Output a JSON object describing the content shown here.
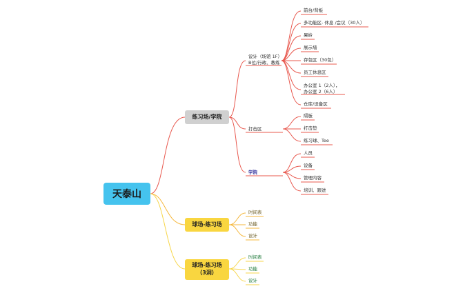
{
  "root": {
    "label": "天泰山"
  },
  "branches": [
    {
      "label": "练习场/学院",
      "children": [
        {
          "label_lines": [
            "设计（场馆 1F）",
            "B位/行政、教练"
          ],
          "children": [
            {
              "lines": [
                "前台/背板"
              ]
            },
            {
              "lines": [
                "多功能区- 休息 /会议（30人）"
              ]
            },
            {
              "lines": [
                "果岭"
              ]
            },
            {
              "lines": [
                "展示墙"
              ]
            },
            {
              "lines": [
                "存包区（30包）"
              ]
            },
            {
              "lines": [
                "员工休息区"
              ]
            },
            {
              "lines": [
                "办公室 1（2人），",
                "办公室 2（6人）"
              ]
            },
            {
              "lines": [
                "仓库/设备区"
              ]
            }
          ]
        },
        {
          "label_lines": [
            "打击区"
          ],
          "children": [
            {
              "lines": [
                "隔板"
              ]
            },
            {
              "lines": [
                "打击垫"
              ]
            },
            {
              "lines": [
                "练习球、Tee"
              ]
            }
          ]
        },
        {
          "label_lines": [
            "学院"
          ],
          "children": [
            {
              "lines": [
                "人员"
              ]
            },
            {
              "lines": [
                "设备"
              ]
            },
            {
              "lines": [
                "管理内容"
              ]
            },
            {
              "lines": [
                "培训、跟进"
              ]
            }
          ]
        }
      ]
    },
    {
      "label": "球场-练习场",
      "children": [
        {
          "label_lines": [
            "时间表"
          ]
        },
        {
          "label_lines": [
            "功能"
          ]
        },
        {
          "label_lines": [
            "设计"
          ]
        }
      ]
    },
    {
      "label_lines": [
        "球场-练习场",
        "（3洞）"
      ],
      "children": [
        {
          "label_lines": [
            "时间表"
          ]
        },
        {
          "label_lines": [
            "功能"
          ]
        },
        {
          "label_lines": [
            "设计"
          ]
        }
      ]
    }
  ],
  "colors": {
    "red": "#e8584e",
    "orange": "#f5b73b",
    "yellow": "#f7d64a",
    "root": "#45c3ee",
    "gray": "#d0d0d0",
    "yellow_node": "#f9d640"
  }
}
